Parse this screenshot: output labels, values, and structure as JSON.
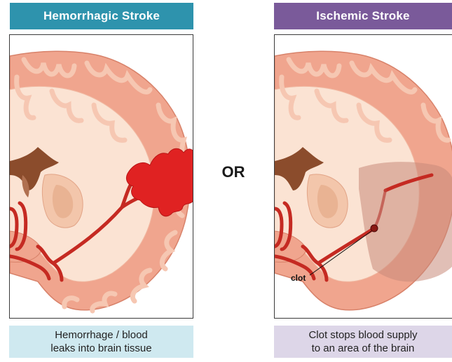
{
  "colors": {
    "hemorrhagic_header": "#2e93ad",
    "ischemic_header": "#7a5a9a",
    "hemorrhagic_caption_bg": "#cfe9f0",
    "ischemic_caption_bg": "#ddd6e8",
    "brain_outer": "#f0a58e",
    "brain_fold": "#f6c7b2",
    "brain_deep": "#e0937a",
    "white_matter": "#fbe3d3",
    "ventricle": "#8b4c2c",
    "vessel": "#c52a22",
    "bleed": "#e02222",
    "ischemic_zone": "#c98a7a"
  },
  "left_panel": {
    "title": "Hemorrhagic Stroke",
    "caption": "Hemorrhage / blood\nleaks into brain tissue"
  },
  "right_panel": {
    "title": "Ischemic Stroke",
    "caption": "Clot stops blood supply\nto an area of the brain",
    "clot_label": "clot"
  },
  "separator": "OR"
}
